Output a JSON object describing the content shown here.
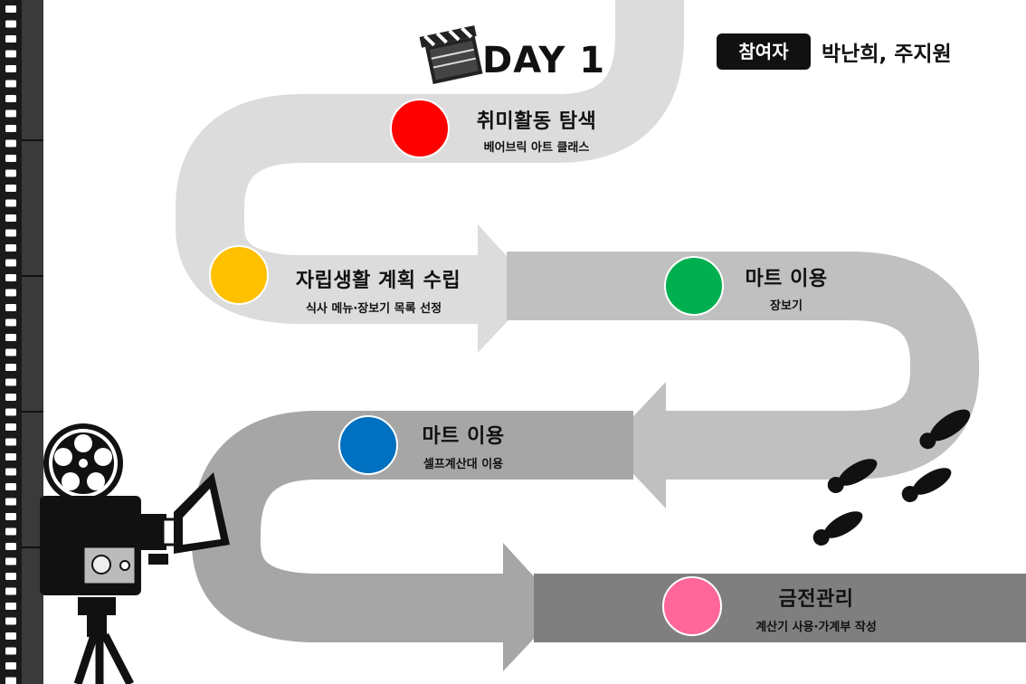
{
  "header": {
    "day": "DAY 1",
    "participants_label": "참여자",
    "participants": "박난희, 주지원"
  },
  "steps": [
    {
      "title": "취미활동 탐색",
      "subtitle": "베어브릭 아트 클래스",
      "color": "#ff0000"
    },
    {
      "title": "자립생활 계획 수립",
      "subtitle": "식사 메뉴·장보기 목록 선정",
      "color": "#ffc000"
    },
    {
      "title": "마트 이용",
      "subtitle": "장보기",
      "color": "#00b050"
    },
    {
      "title": "마트 이용",
      "subtitle": "셀프계산대 이용",
      "color": "#0070c0"
    },
    {
      "title": "금전관리",
      "subtitle": "계산기 사용·가계부 작성",
      "color": "#ff6699"
    }
  ],
  "colors": {
    "road_light": "#dcdcdc",
    "road_mid": "#c0c0c0",
    "road_dark": "#a6a6a6",
    "road_darkest": "#7f7f7f",
    "ink": "#111111"
  }
}
